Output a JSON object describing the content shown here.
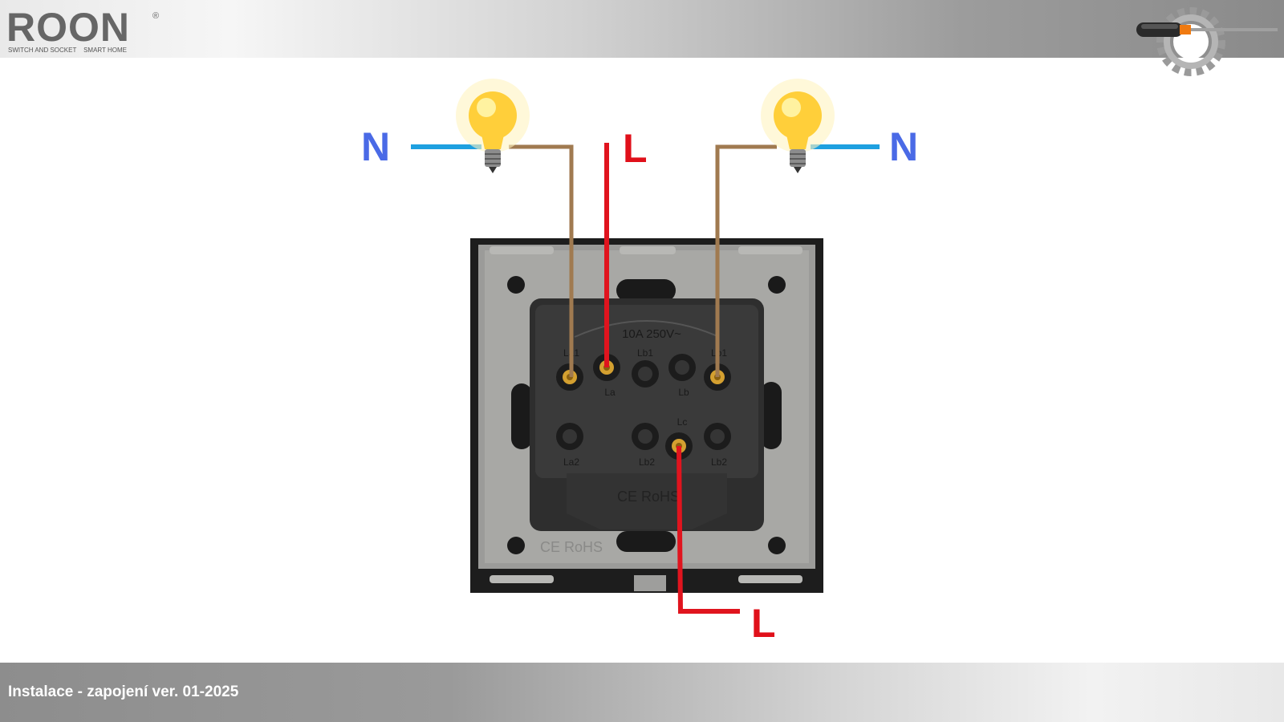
{
  "header": {
    "logo": {
      "brand": "ROON",
      "registered": "®",
      "tagline": "SWITCH AND SOCKET    SMART HOME"
    },
    "tools_icon": "screwdriver-gear-icon"
  },
  "diagram": {
    "labels": {
      "neutral_left": "N",
      "neutral_right": "N",
      "live_top": "L",
      "live_bottom": "L"
    },
    "switch": {
      "rating": "10A 250V~",
      "mark": "CE RoHS",
      "terminals": [
        "La1",
        "La",
        "Lb1",
        "Lb",
        "Lb1",
        "La2",
        "Lb2",
        "Lc",
        "Lb2"
      ]
    },
    "colors": {
      "neutral": "#1ea0e0",
      "live": "#e0141e",
      "switched": "#a07a50",
      "label_n": "#4a6ae6",
      "label_l": "#e0101a"
    }
  },
  "footer": {
    "text": "Instalace - zapojení ver. 01-2025"
  }
}
